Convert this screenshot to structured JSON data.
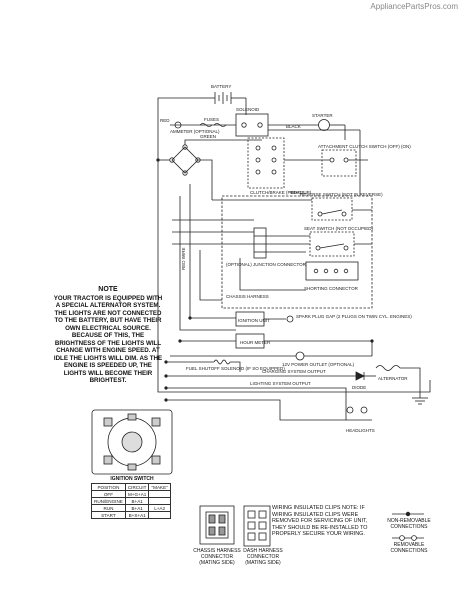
{
  "site": "AppliancePartsPros.com",
  "labels": {
    "battery": "BATTERY",
    "solenoid": "SOLENOID",
    "starter": "STARTER",
    "red": "RED",
    "ammeter": "AMMETER (OPTIONAL)",
    "fuses": "FUSES",
    "black": "BLACK",
    "green": "GREEN",
    "white": "WHITE",
    "clutch_brake": "CLUTCH/BRAKE (PEDAL UP)",
    "attachment_clutch": "ATTACHMENT CLUTCH SWITCH (OFF) (ON)",
    "reverse_switch": "REVERSE SWITCH (NOT IN REVERSE)",
    "seat_switch": "SEAT SWITCH (NOT OCCUPIED)",
    "junction": "(OPTIONAL) JUNCTION CONNECTOR",
    "chassis_harness": "CHASSIS HARNESS",
    "shorting": "SHORTING CONNECTOR",
    "ignition_unit": "IGNITION UNIT",
    "spark_plugs": "SPARK PLUG GAP (2 PLUGS ON TWIN CYL. ENGINES)",
    "hour_meter": "HOUR METER",
    "power_outlet": "12V POWER OUTLET (OPTIONAL)",
    "fuel_shutoff": "FUEL SHUTOFF SOLENOID (IF SO EQUIPPED)",
    "charging_output": "CHARGING SYSTEM OUTPUT",
    "lighting_output": "LIGHTING SYSTEM OUTPUT",
    "diode": "DIODE",
    "alternator": "ALTERNATOR",
    "headlights": "HEADLIGHTS",
    "red_wire": "RED WIRE"
  },
  "note": {
    "title": "NOTE",
    "body": "YOUR TRACTOR IS EQUIPPED WITH A SPECIAL ALTERNATOR SYSTEM. THE LIGHTS ARE NOT CONNECTED TO THE BATTERY, BUT HAVE THEIR OWN ELECTRICAL SOURCE. BECAUSE OF THIS, THE BRIGHTNESS OF THE LIGHTS WILL CHANGE WITH ENGINE SPEED. AT IDLE THE LIGHTS WILL DIM. AS THE ENGINE IS SPEEDED UP, THE LIGHTS WILL BECOME THEIR BRIGHTEST."
  },
  "ignition_switch": {
    "title": "IGNITION SWITCH",
    "headers": [
      "POSITION",
      "CIRCUIT",
      "\"MAKE\""
    ],
    "rows": [
      [
        "OFF",
        "M+G+A1",
        ""
      ],
      [
        "RUN/ENGINE",
        "B+A1",
        ""
      ],
      [
        "RUN",
        "B+A1",
        "L+A2"
      ],
      [
        "START",
        "B+S+A1",
        ""
      ]
    ]
  },
  "connectors": {
    "chassis": "CHASSIS HARNESS CONNECTOR (MATING SIDE)",
    "dash": "DASH HARNESS CONNECTOR (MATING SIDE)"
  },
  "wiring_note": "WIRING INSULATED CLIPS NOTE: IF WIRING INSULATED CLIPS WERE REMOVED FOR SERVICING OF UNIT, THEY SHOULD BE RE-INSTALLED TO PROPERLY SECURE YOUR WIRING.",
  "legend": {
    "non_removable": "NON-REMOVABLE CONNECTIONS",
    "removable": "REMOVABLE CONNECTIONS"
  }
}
